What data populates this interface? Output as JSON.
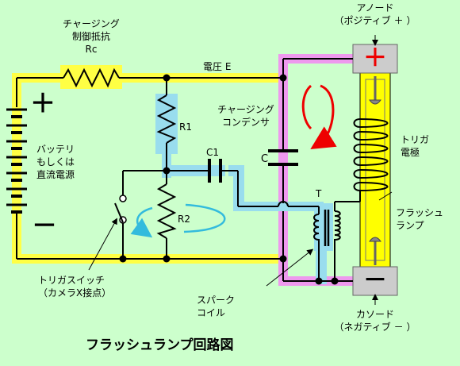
{
  "title": "フラッシュランプ回路図",
  "labels": {
    "charging_resistor": [
      "チャージング",
      "制御抵抗",
      "Rc"
    ],
    "voltage": "電圧 E",
    "anode": [
      "アノード",
      "（ポジティブ ＋ ）"
    ],
    "cathode": [
      "カソード",
      "（ネガティブ － ）"
    ],
    "charging_capacitor": [
      "チャージング",
      "コンデンサ"
    ],
    "capacitor": "C",
    "trigger_electrode": [
      "トリガ",
      "電極"
    ],
    "flash_lamp": [
      "フラッシュ",
      "ランプ"
    ],
    "battery": [
      "バッテリ",
      "もしくは",
      "直流電源"
    ],
    "r1": "R1",
    "r2": "R2",
    "c1": "C1",
    "transformer": "T",
    "trigger_switch": [
      "トリガスイッチ",
      "（カメラX接点）"
    ],
    "spark_coil": [
      "スパーク",
      "コイル"
    ],
    "plus_sign": "＋",
    "minus_sign": "－"
  },
  "colors": {
    "background": "#ccffcc",
    "main_circuit": "#ffff44",
    "trigger_circuit": "#99ddee",
    "lamp_connection": "#ee99ee",
    "lamp_body": "#ffff00",
    "electrode_cap": "#cccccc",
    "anode_mark": "#ee0000",
    "discharge_arrow": "#ee0000",
    "trigger_arrow": "#33bbdd"
  }
}
